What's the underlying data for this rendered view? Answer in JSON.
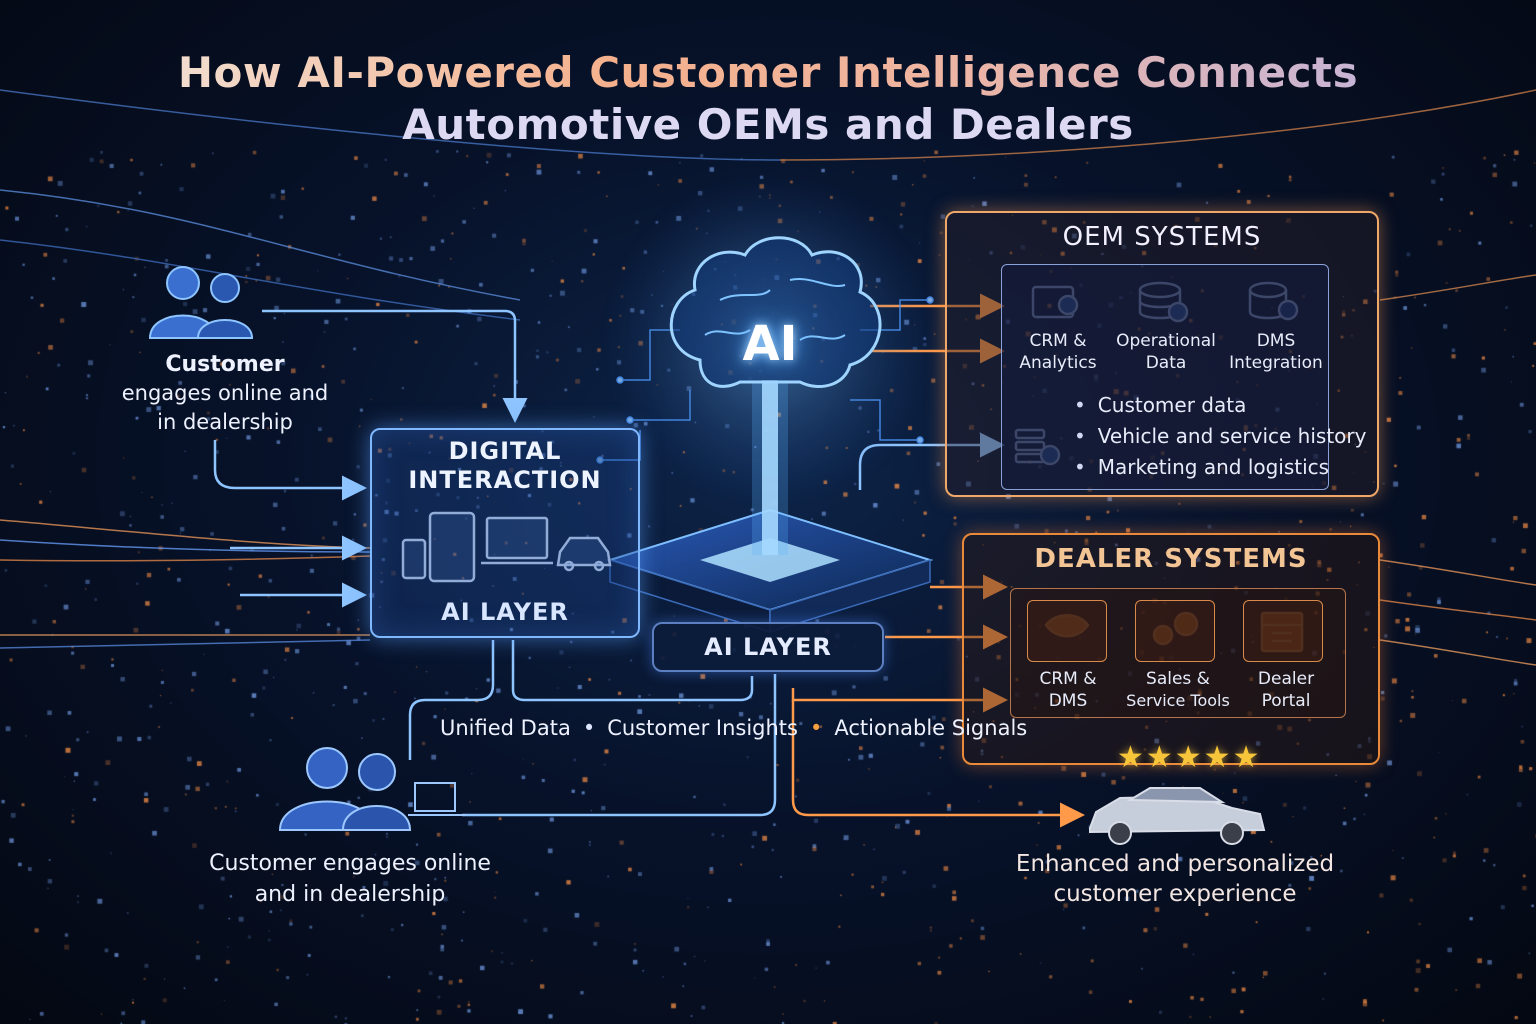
{
  "title": {
    "line1": "How AI-Powered Customer Intelligence Connects",
    "line2": "Automotive OEMs and Dealers"
  },
  "customer_top": {
    "name": "Customer",
    "desc_line1": "engages online and",
    "desc_line2": "in dealership"
  },
  "digital_interaction": {
    "title_line1": "DIGITAL",
    "title_line2": "INTERACTION",
    "sub": "AI LAYER"
  },
  "ai_core": {
    "label": "AI"
  },
  "ai_layer": {
    "label": "AI LAYER"
  },
  "oem": {
    "title": "OEM SYSTEMS",
    "items": [
      {
        "line1": "CRM &",
        "line2": "Analytics",
        "icon": "crm-analytics-icon"
      },
      {
        "line1": "Operational",
        "line2": "Data",
        "icon": "database-icon"
      },
      {
        "line1": "DMS",
        "line2": "Integration",
        "icon": "database-gear-icon"
      }
    ],
    "bullets": [
      "Customer data",
      "Vehicle and service history",
      "Marketing and logistics"
    ]
  },
  "dealer": {
    "title": "DEALER SYSTEMS",
    "items": [
      {
        "line1": "CRM &",
        "line2": "DMS",
        "icon": "handshake-icon"
      },
      {
        "line1": "Sales &",
        "line2": "Service Tools",
        "icon": "gears-icon"
      },
      {
        "line1": "Dealer",
        "line2": "Portal",
        "icon": "portal-icon"
      }
    ]
  },
  "bottom_strip": {
    "item1": "Unified Data",
    "item2": "Customer Insights",
    "item3": "Actionable Signals"
  },
  "customer_bottom": {
    "line1": "Customer engages online",
    "line2": "and in dealership"
  },
  "result": {
    "stars": "★★★★★",
    "line1": "Enhanced and personalized",
    "line2": "customer experience"
  },
  "colors": {
    "blue_accent": "#6fb4ff",
    "orange_accent": "#f0893a",
    "star": "#f7c53a"
  }
}
